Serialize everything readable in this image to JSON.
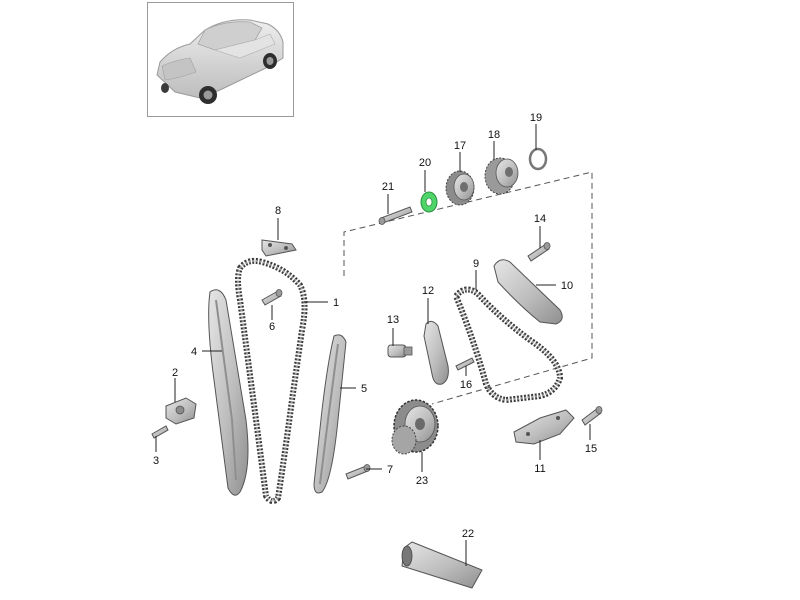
{
  "callouts": [
    {
      "id": "1",
      "label": "1"
    },
    {
      "id": "2",
      "label": "2"
    },
    {
      "id": "3",
      "label": "3"
    },
    {
      "id": "4",
      "label": "4"
    },
    {
      "id": "5",
      "label": "5"
    },
    {
      "id": "6",
      "label": "6"
    },
    {
      "id": "7",
      "label": "7"
    },
    {
      "id": "8",
      "label": "8"
    },
    {
      "id": "9",
      "label": "9"
    },
    {
      "id": "10",
      "label": "10"
    },
    {
      "id": "11",
      "label": "11"
    },
    {
      "id": "12",
      "label": "12"
    },
    {
      "id": "13",
      "label": "13"
    },
    {
      "id": "14",
      "label": "14"
    },
    {
      "id": "15",
      "label": "15"
    },
    {
      "id": "16",
      "label": "16"
    },
    {
      "id": "17",
      "label": "17"
    },
    {
      "id": "18",
      "label": "18"
    },
    {
      "id": "19",
      "label": "19"
    },
    {
      "id": "20",
      "label": "20"
    },
    {
      "id": "21",
      "label": "21"
    },
    {
      "id": "22",
      "label": "22"
    },
    {
      "id": "23",
      "label": "23"
    }
  ],
  "colors": {
    "part_fill": "#c8c8c8",
    "part_dark": "#8c8c8c",
    "highlight": "#4fd46a",
    "car_fill": "#d9d9d9"
  }
}
